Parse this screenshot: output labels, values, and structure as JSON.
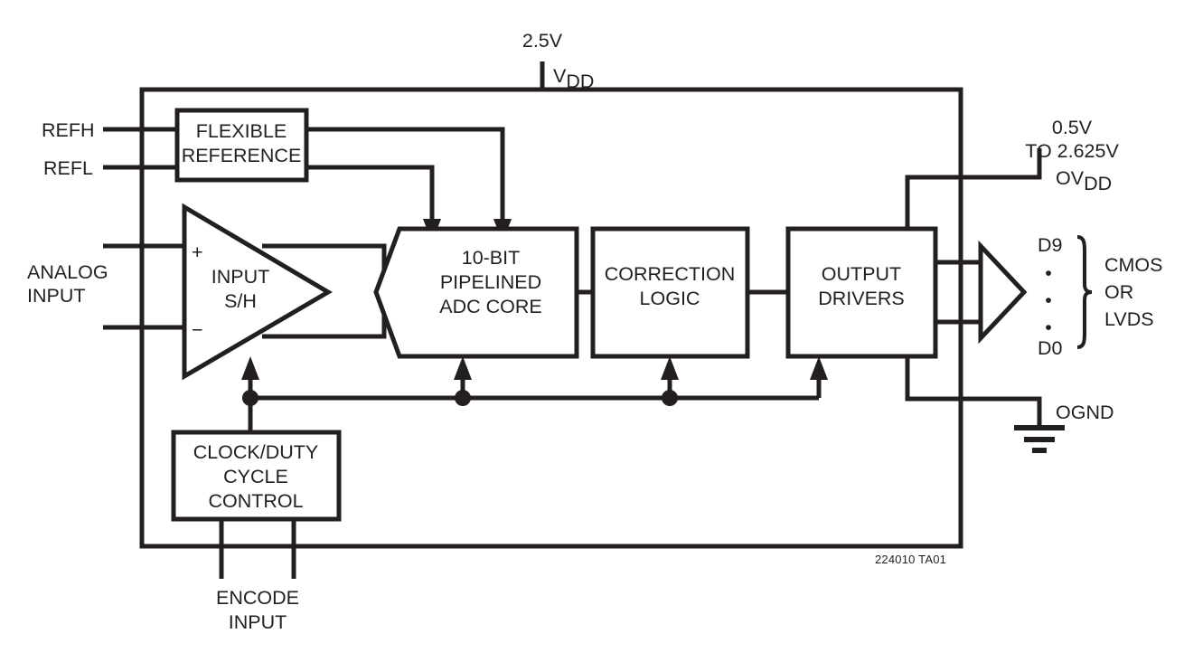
{
  "figure": {
    "title": "Block Diagram",
    "caption": "224010 TA01",
    "stroke_color": "#231f20",
    "background_color": "#ffffff"
  },
  "blocks": [
    {
      "id": "flexible-reference",
      "line1": "FLEXIBLE",
      "line2": "REFERENCE"
    },
    {
      "id": "input-sh",
      "line1": "INPUT",
      "line2": "S/H"
    },
    {
      "id": "adc-core",
      "line1": "10-BIT",
      "line2": "PIPELINED",
      "line3": "ADC CORE"
    },
    {
      "id": "correction-logic",
      "line1": "CORRECTION",
      "line2": "LOGIC"
    },
    {
      "id": "output-drivers",
      "line1": "OUTPUT",
      "line2": "DRIVERS"
    },
    {
      "id": "clock-duty-cycle-control",
      "line1": "CLOCK/DUTY",
      "line2": "CYCLE",
      "line3": "CONTROL"
    }
  ],
  "pins": {
    "refh": "REFH",
    "refl": "REFL",
    "analog_input_line1": "ANALOG",
    "analog_input_line2": "INPUT",
    "encode_input_line1": "ENCODE",
    "encode_input_line2": "INPUT",
    "vdd_name": "V",
    "vdd_sub": "DD",
    "vdd_value": "2.5V",
    "ovdd_name": "OV",
    "ovdd_sub": "DD",
    "ovdd_value_line1": "0.5V",
    "ovdd_value_line2": "TO 2.625V",
    "ognd": "OGND",
    "sh_plus": "+",
    "sh_minus": "−"
  },
  "output_bus": {
    "msb": "D9",
    "lsb": "D0",
    "dots": [
      "•",
      "•",
      "•"
    ],
    "type_line1": "CMOS",
    "type_line2": "OR",
    "type_line3": "LVDS"
  }
}
